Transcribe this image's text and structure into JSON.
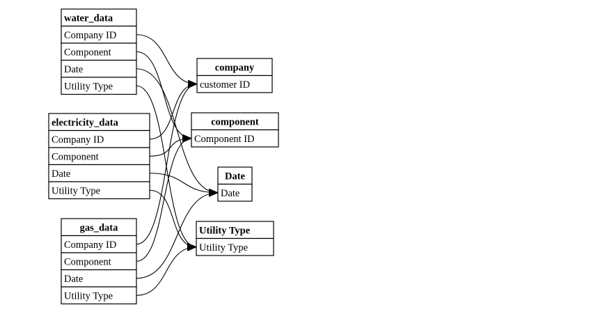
{
  "diagram": {
    "type": "entity-relationship",
    "line_color": "#000000",
    "background": "#ffffff",
    "sources": [
      {
        "id": "water",
        "title": "water_data",
        "fields": [
          "Company ID",
          "Component",
          "Date",
          "Utility Type"
        ]
      },
      {
        "id": "electricity",
        "title": "electricity_data",
        "fields": [
          "Company ID",
          "Component",
          "Date",
          "Utility Type"
        ]
      },
      {
        "id": "gas",
        "title": "gas_data",
        "fields": [
          "Company ID",
          "Component",
          "Date",
          "Utility Type"
        ]
      }
    ],
    "targets": [
      {
        "id": "company",
        "title": "company",
        "fields": [
          "customer ID"
        ]
      },
      {
        "id": "component",
        "title": "component",
        "fields": [
          "Component ID"
        ]
      },
      {
        "id": "date",
        "title": "Date",
        "fields": [
          "Date"
        ]
      },
      {
        "id": "utility",
        "title": "Utility Type",
        "fields": [
          "Utility Type"
        ]
      }
    ],
    "relationships": [
      {
        "from": "water.Company ID",
        "to": "company.customer ID"
      },
      {
        "from": "water.Component",
        "to": "component.Component ID"
      },
      {
        "from": "water.Date",
        "to": "date.Date"
      },
      {
        "from": "water.Utility Type",
        "to": "utility.Utility Type"
      },
      {
        "from": "electricity.Company ID",
        "to": "company.customer ID"
      },
      {
        "from": "electricity.Component",
        "to": "component.Component ID"
      },
      {
        "from": "electricity.Date",
        "to": "date.Date"
      },
      {
        "from": "electricity.Utility Type",
        "to": "utility.Utility Type"
      },
      {
        "from": "gas.Company ID",
        "to": "company.customer ID"
      },
      {
        "from": "gas.Component",
        "to": "component.Component ID"
      },
      {
        "from": "gas.Date",
        "to": "date.Date"
      },
      {
        "from": "gas.Utility Type",
        "to": "utility.Utility Type"
      }
    ]
  }
}
